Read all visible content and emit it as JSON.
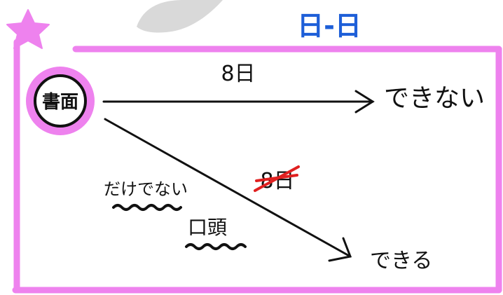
{
  "header": {
    "title": "日-日"
  },
  "nodes": {
    "source": "書面",
    "top_result": "できない",
    "bottom_result": "できる"
  },
  "edges": {
    "top_label": "8日",
    "bottom_label_crossed": "8日"
  },
  "annotations": {
    "left_note": "だけでない",
    "bottom_note": "口頭"
  },
  "colors": {
    "frame": "#ee82ee",
    "star": "#ee82ee",
    "title": "#1e5fd8",
    "ink": "#111111",
    "strike": "#e02020",
    "shadow": "#d9d9d9"
  }
}
